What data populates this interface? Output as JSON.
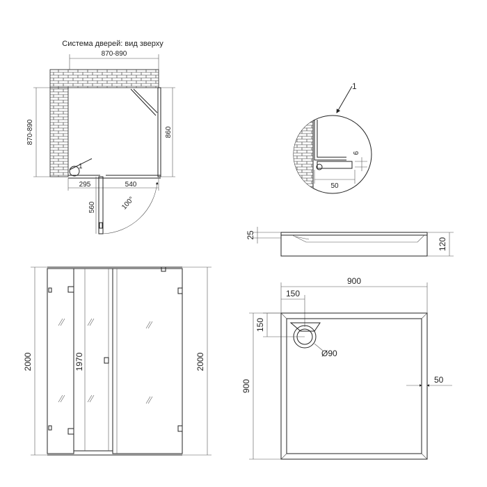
{
  "plan_view": {
    "title": "Система дверей: вид зверху",
    "width_range": "870-890",
    "depth_range": "870-890",
    "side_depth": "860",
    "seg_left": "295",
    "seg_right": "540",
    "door_swing": "560",
    "swing_angle": "100°",
    "callout": "1"
  },
  "detail_view": {
    "callout": "1",
    "gap": "6",
    "overlap": "50"
  },
  "tray_side": {
    "lip": "25",
    "height": "120"
  },
  "tray_top": {
    "width": "900",
    "depth": "900",
    "drain_offset_x": "150",
    "drain_offset_y": "150",
    "drain_diameter": "Ø90",
    "rim": "50"
  },
  "front_view": {
    "height_left": "2000",
    "height_door": "1970",
    "height_right": "2000"
  }
}
